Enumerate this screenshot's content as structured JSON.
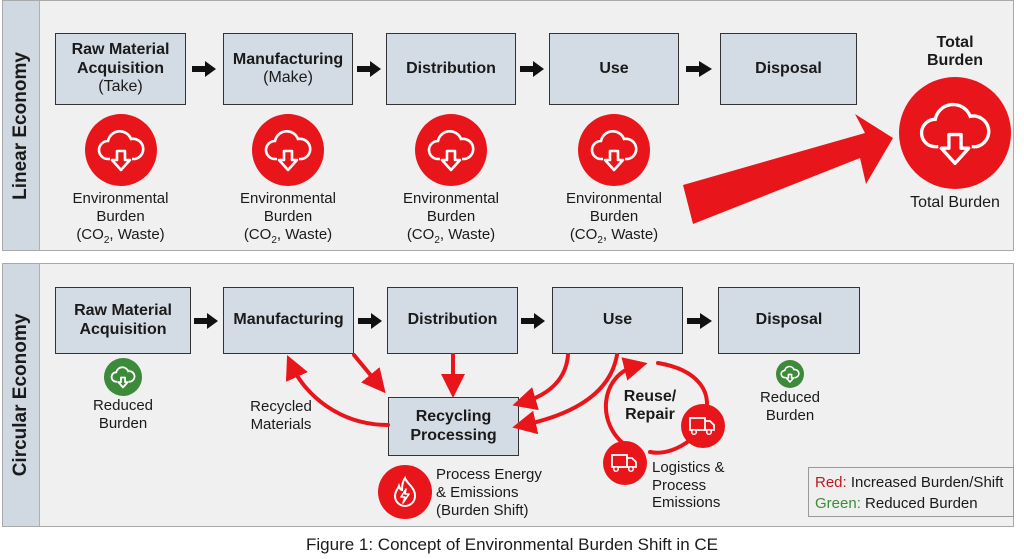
{
  "linear": {
    "section_label": "Linear Economy",
    "stages": [
      {
        "title": "Raw Material Acquisition",
        "title_line1": "Raw Material",
        "title_line2": "Acquisition",
        "subtitle": "(Take)"
      },
      {
        "title": "Manufacturing",
        "subtitle": "(Make)"
      },
      {
        "title": "Distribution",
        "subtitle": ""
      },
      {
        "title": "Use",
        "subtitle": ""
      },
      {
        "title": "Disposal",
        "subtitle": ""
      }
    ],
    "burden_label": {
      "line1": "Environmental",
      "line2": "Burden",
      "line3_pre": "(CO",
      "line3_sub": "2",
      "line3_post": ", Waste)"
    },
    "burden_icon": "cloud-download-icon",
    "total": {
      "heading_line1": "Total",
      "heading_line2": "Burden",
      "label": "Total Burden",
      "icon": "cloud-download-icon"
    }
  },
  "circular": {
    "section_label": "Circular Economy",
    "stages": [
      {
        "title_line1": "Raw Material",
        "title_line2": "Acquisition"
      },
      {
        "title": "Manufacturing"
      },
      {
        "title": "Distribution"
      },
      {
        "title": "Use"
      },
      {
        "title": "Disposal"
      }
    ],
    "reduced_burden": {
      "line1": "Reduced",
      "line2": "Burden"
    },
    "recycled_materials": {
      "line1": "Recycled",
      "line2": "Materials"
    },
    "recycling": {
      "line1": "Recycling",
      "line2": "Processing"
    },
    "reuse": {
      "line1": "Reuse/",
      "line2": "Repair"
    },
    "process_energy": {
      "line1": "Process Energy",
      "line2": "& Emissions",
      "line3": "(Burden Shift)",
      "icon": "fire-lightning-icon"
    },
    "logistics": {
      "line1": "Logistics &",
      "line2": "Process",
      "line3": "Emissions",
      "icon": "truck-icon"
    }
  },
  "legend": {
    "red_key": "Red:",
    "red_text": " Increased Burden/Shift",
    "green_key": "Green:",
    "green_text": " Reduced Burden"
  },
  "colors": {
    "red": "#e8161b",
    "green": "#3c8a3a",
    "box": "#d3dbe4",
    "legend_red": "#c0181d",
    "legend_green": "#3c8a3a"
  },
  "caption": "Figure 1: Concept of Environmental Burden Shift in CE"
}
